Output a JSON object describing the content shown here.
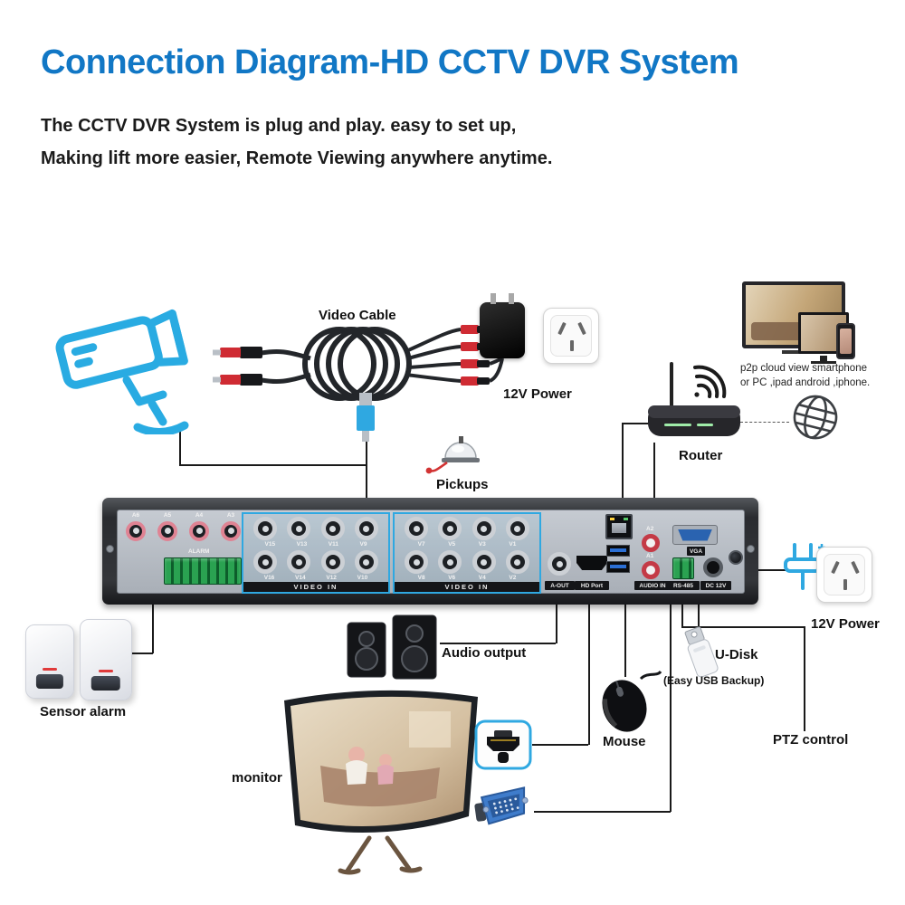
{
  "header": {
    "title": "Connection Diagram-HD CCTV DVR System",
    "subtitle1": "The CCTV DVR System is plug and play. easy to set up,",
    "subtitle2": "Making lift more easier, Remote Viewing anywhere anytime."
  },
  "labels": {
    "video_cable": "Video Cable",
    "power_top": "12V Power",
    "p2p_line1": "p2p cloud view smartphone",
    "p2p_line2": "or PC ,ipad android ,iphone.",
    "router": "Router",
    "pickups": "Pickups",
    "sensor_alarm": "Sensor alarm",
    "audio_output": "Audio output",
    "monitor": "monitor",
    "mouse": "Mouse",
    "udisk": "U-Disk",
    "udisk_sub": "(Easy USB Backup)",
    "ptz": "PTZ control",
    "power_right": "12V Power"
  },
  "dvr": {
    "audio_out_ports": [
      "A6",
      "A5",
      "A4",
      "A3"
    ],
    "alarm_label": "ALARM",
    "video_in": "VIDEO IN",
    "g1_top": [
      "V15",
      "V13",
      "V11",
      "V9"
    ],
    "g1_bot": [
      "V16",
      "V14",
      "V12",
      "V10"
    ],
    "g2_top": [
      "V7",
      "V5",
      "V3",
      "V1"
    ],
    "g2_bot": [
      "V8",
      "V6",
      "V4",
      "V2"
    ],
    "a_out": "A-OUT",
    "hd_port": "HD Port",
    "audio_in_ports": [
      "A2",
      "A1"
    ],
    "audio_in": "AUDIO IN",
    "rs485": "RS-485",
    "dc12v": "DC 12V",
    "vga": "VGA"
  },
  "colors": {
    "accent_blue": "#29abe2",
    "title_blue": "#1177c5",
    "line": "#1a1a1a"
  }
}
